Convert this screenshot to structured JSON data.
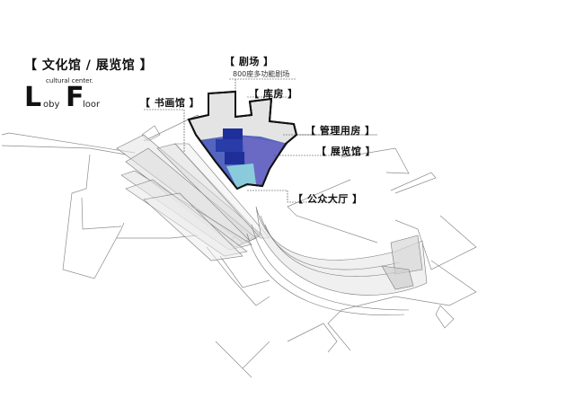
{
  "header": {
    "title": "【 文化馆 / 展览馆 】",
    "subtitle": "cultural center.",
    "floor_label": {
      "letter1": "L",
      "rest1": "oby",
      "letter2": "F",
      "rest2": "loor"
    }
  },
  "labels": {
    "theater": "【 剧场 】",
    "theater_note": "800座多功能剧场",
    "storage": "【 库房 】",
    "calligraphy_gallery": "【 书画馆 】",
    "management": "【 管理用房 】",
    "exhibition_hall": "【 展览馆 】",
    "public_lobby": "【 公众大厅 】"
  },
  "colors": {
    "outline": "#111111",
    "deep_blue": "#1f2f9a",
    "mid_blue": "#3b4fb8",
    "violet": "#6e6ac4",
    "cyan": "#8fd6de",
    "ghost": "#e4e4e4",
    "line": "#9a9a9a"
  }
}
